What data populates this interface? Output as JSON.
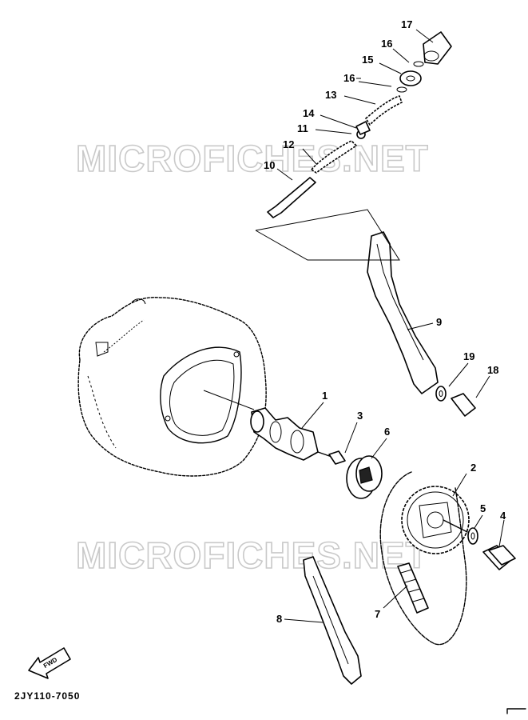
{
  "diagram": {
    "watermark": "MICROFICHES.NET",
    "reference_code": "2JY110-7050",
    "fwd_label": "FWD",
    "callouts": [
      {
        "id": "1",
        "text": "1"
      },
      {
        "id": "2",
        "text": "2"
      },
      {
        "id": "3",
        "text": "3"
      },
      {
        "id": "4",
        "text": "4"
      },
      {
        "id": "5",
        "text": "5"
      },
      {
        "id": "6",
        "text": "6"
      },
      {
        "id": "7",
        "text": "7"
      },
      {
        "id": "8",
        "text": "8"
      },
      {
        "id": "9",
        "text": "9"
      },
      {
        "id": "10",
        "text": "10"
      },
      {
        "id": "11",
        "text": "11"
      },
      {
        "id": "12",
        "text": "12"
      },
      {
        "id": "13",
        "text": "13"
      },
      {
        "id": "14",
        "text": "14"
      },
      {
        "id": "15",
        "text": "15"
      },
      {
        "id": "16a",
        "text": "16"
      },
      {
        "id": "16b",
        "text": "16"
      },
      {
        "id": "17",
        "text": "17"
      },
      {
        "id": "18",
        "text": "18"
      },
      {
        "id": "19",
        "text": "19"
      }
    ]
  }
}
